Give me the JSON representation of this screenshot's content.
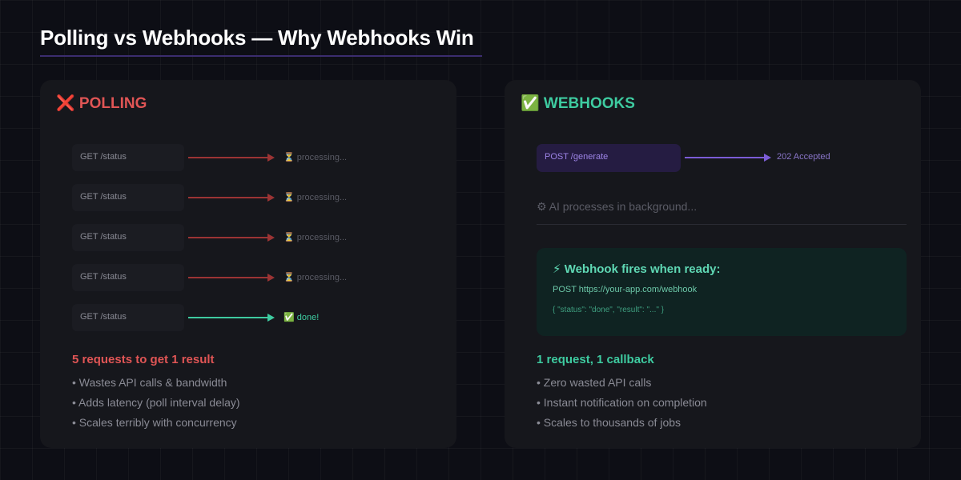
{
  "title": "Polling vs Webhooks — Why Webhooks Win",
  "colors": {
    "polling_accent": "#e05555",
    "webhook_accent": "#3ecba0",
    "post_accent": "#7b5cd6",
    "arrow_red": "#9b3434"
  },
  "polling": {
    "heading": "❌ POLLING",
    "requests": [
      {
        "label": "GET /status",
        "result": "⏳ processing...",
        "done": false
      },
      {
        "label": "GET /status",
        "result": "⏳ processing...",
        "done": false
      },
      {
        "label": "GET /status",
        "result": "⏳ processing...",
        "done": false
      },
      {
        "label": "GET /status",
        "result": "⏳ processing...",
        "done": false
      },
      {
        "label": "GET /status",
        "result": "✅ done!",
        "done": true
      }
    ],
    "summary": "5 requests to get 1 result",
    "bullets": [
      "• Wastes API calls & bandwidth",
      "• Adds latency (poll interval delay)",
      "• Scales terribly with concurrency"
    ]
  },
  "webhooks": {
    "heading": "✅ WEBHOOKS",
    "post_label": "POST /generate",
    "accepted": "202 Accepted",
    "background_note": "⚙ AI processes in background...",
    "hook_title": "⚡ Webhook fires when ready:",
    "hook_url": "POST https://your-app.com/webhook",
    "hook_payload": "{ \"status\": \"done\", \"result\": \"...\" }",
    "summary": "1 request, 1 callback",
    "bullets": [
      "• Zero wasted API calls",
      "• Instant notification on completion",
      "• Scales to thousands of jobs"
    ]
  }
}
